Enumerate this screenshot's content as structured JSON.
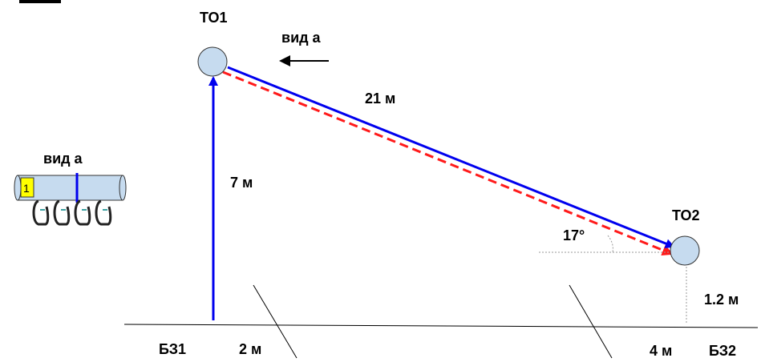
{
  "labels": {
    "top_anchor": "ТО1",
    "view_arrow": "вид а",
    "traverse_length": "21 м",
    "vertical_height": "7 м",
    "angle": "17°",
    "bottom_anchor": "ТО2",
    "anchor_height": "1.2 м",
    "belay_left": "БЗ1",
    "belay_left_dist": "2 м",
    "belay_right_dist": "4 м",
    "belay_right": "БЗ2",
    "inset_title": "вид а",
    "inset_number": "1"
  },
  "colors": {
    "rope": "#0000ee",
    "dashed": "#ff1a1a",
    "node_fill": "#c6dbef",
    "tube_fill": "#c6dbef",
    "marker": "#ffff00",
    "ink": "#000000",
    "guide": "#999999"
  },
  "icons": {
    "view_direction": "arrow-left-icon",
    "carabiners": "carabiner-icon"
  }
}
